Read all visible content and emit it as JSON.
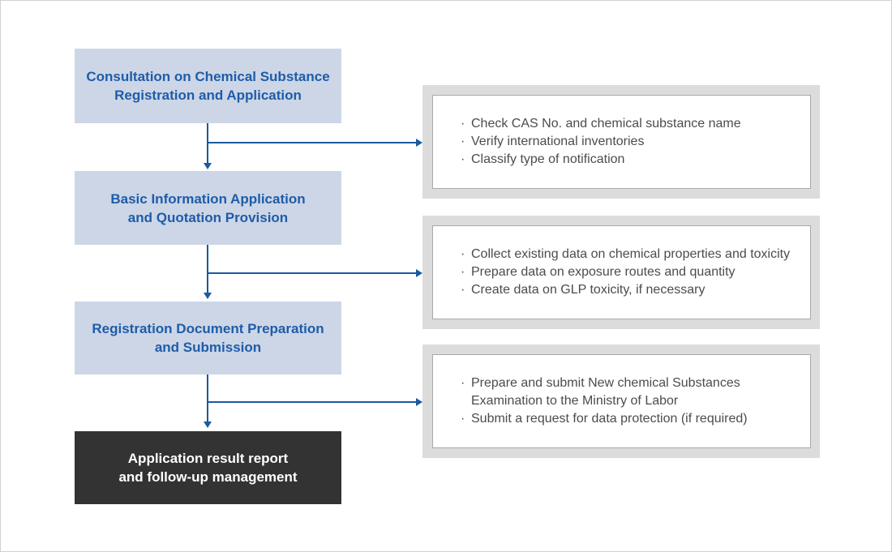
{
  "flow_steps": [
    {
      "style": "light",
      "lines": [
        "Consultation on Chemical Substance",
        "Registration and Application"
      ]
    },
    {
      "style": "light",
      "lines": [
        "Basic Information Application",
        "and Quotation Provision"
      ]
    },
    {
      "style": "light",
      "lines": [
        "Registration Document Preparation",
        "and Submission"
      ]
    },
    {
      "style": "dark",
      "lines": [
        "Application result report",
        "and follow-up management"
      ]
    }
  ],
  "detail_boxes": [
    {
      "items": [
        {
          "lines": [
            "Check CAS No. and chemical substance name"
          ]
        },
        {
          "lines": [
            "Verify international inventories"
          ]
        },
        {
          "lines": [
            "Classify type of notification"
          ]
        }
      ]
    },
    {
      "items": [
        {
          "lines": [
            "Collect existing data on chemical properties and toxicity"
          ]
        },
        {
          "lines": [
            "Prepare data on exposure routes and quantity"
          ]
        },
        {
          "lines": [
            "Create data on GLP toxicity, if necessary"
          ]
        }
      ]
    },
    {
      "items": [
        {
          "lines": [
            "Prepare and submit New chemical Substances",
            "Examination to the Ministry of Labor"
          ]
        },
        {
          "lines": [
            "Submit a request for data protection (if required)"
          ]
        }
      ]
    }
  ],
  "colors": {
    "step_light_bg": "#ccd6e7",
    "step_text_blue": "#1f5ca8",
    "step_dark_bg": "#333333",
    "step_dark_text": "#ffffff",
    "connector_blue": "#1a5a9f",
    "detail_container_bg": "#dcdcdc",
    "detail_inner_border": "#a9a9a9",
    "detail_text": "#4c4c4c",
    "page_border": "#d2d2d2"
  }
}
